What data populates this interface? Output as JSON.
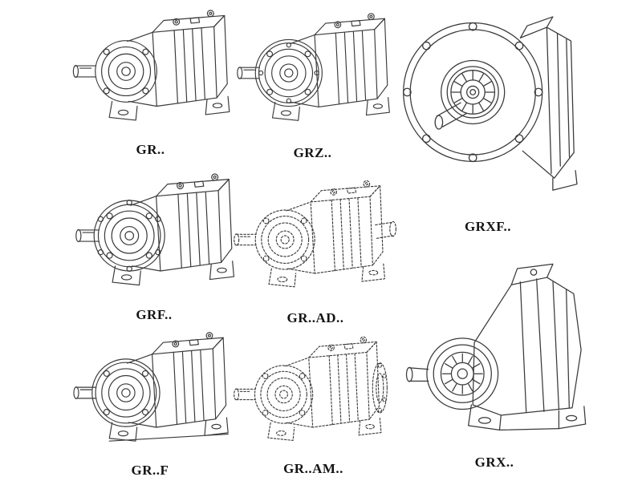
{
  "colors": {
    "line": "#3a3a3a",
    "ghost_line": "#bdbdbd",
    "background": "#ffffff",
    "label_text": "#141414"
  },
  "items": [
    {
      "id": "gr",
      "label": "GR..",
      "style": "solid",
      "drawing": "helical-gear-reducer-foot-mounted"
    },
    {
      "id": "grz",
      "label": "GRZ..",
      "style": "solid",
      "drawing": "helical-gear-reducer-foot-mounted-variant"
    },
    {
      "id": "grxf",
      "label": "GRXF..",
      "style": "solid",
      "drawing": "helical-gear-reducer-flange-face-view"
    },
    {
      "id": "grf",
      "label": "GRF..",
      "style": "solid",
      "drawing": "helical-gear-reducer-flange-mounted"
    },
    {
      "id": "grad",
      "label": "GR..AD..",
      "style": "dashed",
      "drawing": "helical-gear-reducer-adapter-input-ghost"
    },
    {
      "id": "grx",
      "label": "GRX..",
      "style": "solid",
      "drawing": "helical-gear-reducer-large-isometric"
    },
    {
      "id": "grff",
      "label": "GR..F",
      "style": "solid",
      "drawing": "helical-gear-reducer-foot-flange"
    },
    {
      "id": "gram",
      "label": "GR..AM..",
      "style": "dashed",
      "drawing": "helical-gear-reducer-motor-flange-ghost"
    }
  ]
}
